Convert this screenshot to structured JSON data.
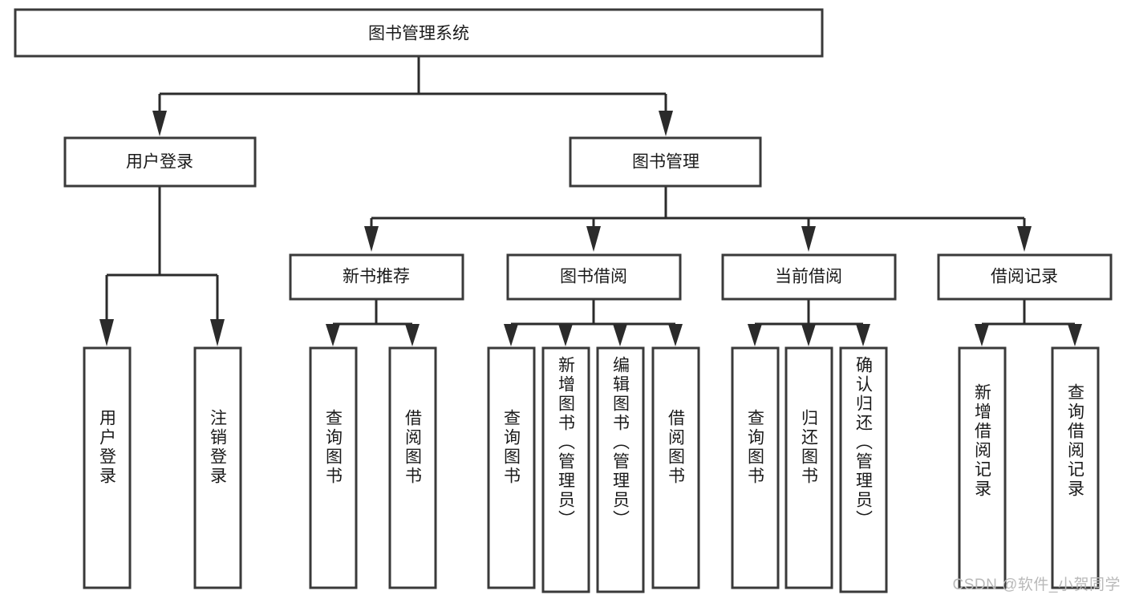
{
  "diagram": {
    "type": "tree-hierarchy",
    "title": "图书管理系统",
    "watermark": "CSDN @软件_小贺同学",
    "colors": {
      "box_stroke": "#3a3a3a",
      "connector": "#2b2b2b",
      "background": "#ffffff",
      "text": "#1a1a1a",
      "watermark": "#b9b9b9"
    },
    "root": {
      "id": "root",
      "label": "图书管理系统",
      "orientation": "horizontal"
    },
    "level2": [
      {
        "id": "user-login",
        "label": "用户登录",
        "orientation": "horizontal"
      },
      {
        "id": "book-management",
        "label": "图书管理",
        "orientation": "horizontal"
      }
    ],
    "level3": [
      {
        "id": "new-book-recommend",
        "label": "新书推荐",
        "orientation": "horizontal",
        "parent": "book-management"
      },
      {
        "id": "book-borrow",
        "label": "图书借阅",
        "orientation": "horizontal",
        "parent": "book-management"
      },
      {
        "id": "current-borrow",
        "label": "当前借阅",
        "orientation": "horizontal",
        "parent": "book-management"
      },
      {
        "id": "borrow-record",
        "label": "借阅记录",
        "orientation": "horizontal",
        "parent": "book-management"
      }
    ],
    "leaves": [
      {
        "id": "leaf-user-login",
        "label": "用户登录",
        "parent": "user-login",
        "orientation": "vertical"
      },
      {
        "id": "leaf-user-logout",
        "label": "注销登录",
        "parent": "user-login",
        "orientation": "vertical"
      },
      {
        "id": "leaf-query-book-1",
        "label": "查询图书",
        "parent": "new-book-recommend",
        "orientation": "vertical"
      },
      {
        "id": "leaf-borrow-book-1",
        "label": "借阅图书",
        "parent": "new-book-recommend",
        "orientation": "vertical"
      },
      {
        "id": "leaf-query-book-2",
        "label": "查询图书",
        "parent": "book-borrow",
        "orientation": "vertical"
      },
      {
        "id": "leaf-add-book",
        "label": "新增图书（管理员）",
        "parent": "book-borrow",
        "orientation": "vertical"
      },
      {
        "id": "leaf-edit-book",
        "label": "编辑图书（管理员）",
        "parent": "book-borrow",
        "orientation": "vertical"
      },
      {
        "id": "leaf-borrow-book-2",
        "label": "借阅图书",
        "parent": "book-borrow",
        "orientation": "vertical"
      },
      {
        "id": "leaf-query-book-3",
        "label": "查询图书",
        "parent": "current-borrow",
        "orientation": "vertical"
      },
      {
        "id": "leaf-return-book",
        "label": "归还图书",
        "parent": "current-borrow",
        "orientation": "vertical"
      },
      {
        "id": "leaf-confirm-return",
        "label": "确认归还（管理员）",
        "parent": "current-borrow",
        "orientation": "vertical"
      },
      {
        "id": "leaf-add-record",
        "label": "新增借阅记录",
        "parent": "borrow-record",
        "orientation": "vertical"
      },
      {
        "id": "leaf-query-record",
        "label": "查询借阅记录",
        "parent": "borrow-record",
        "orientation": "vertical"
      }
    ]
  }
}
